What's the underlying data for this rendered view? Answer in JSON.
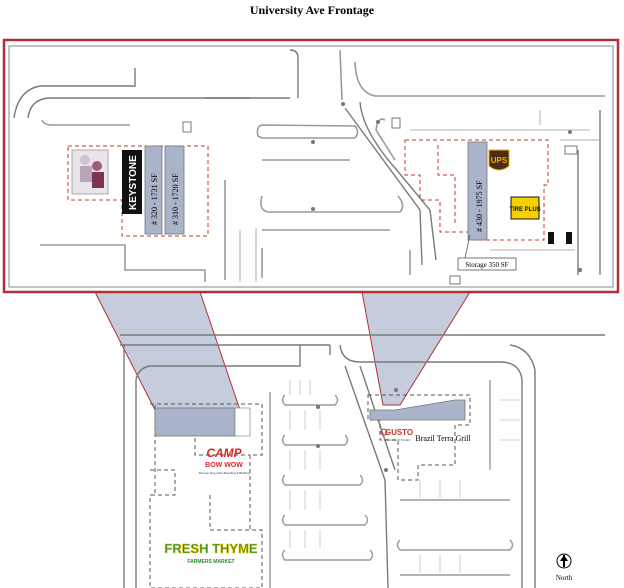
{
  "title": "University Ave Frontage",
  "inset": {
    "suites": [
      {
        "label": "# 320 - 1731 SF"
      },
      {
        "label": "# 310 - 1720 SF"
      },
      {
        "label": "# 430 - 1975 SF"
      }
    ],
    "storage_label": "Storage 350 SF",
    "tenants": [
      "KEYSTONE",
      "UPS",
      "TIRE PLUS"
    ]
  },
  "site": {
    "tenants": [
      {
        "name": "CAMP",
        "sub": "BOW WOW",
        "tagline": "Premier Dog Care Boarding & Bathing"
      },
      {
        "name": "GUSTO",
        "sub": "ITALIAN KITCHEN"
      },
      {
        "name": "Brazil Terra Grill"
      },
      {
        "name": "FRESH THYME",
        "sub": "FARMERS MARKET"
      }
    ],
    "north_label": "North"
  },
  "colors": {
    "frame": "#b0303a",
    "highlight": "#a9b3c9",
    "connector": "#c5ccdc"
  }
}
